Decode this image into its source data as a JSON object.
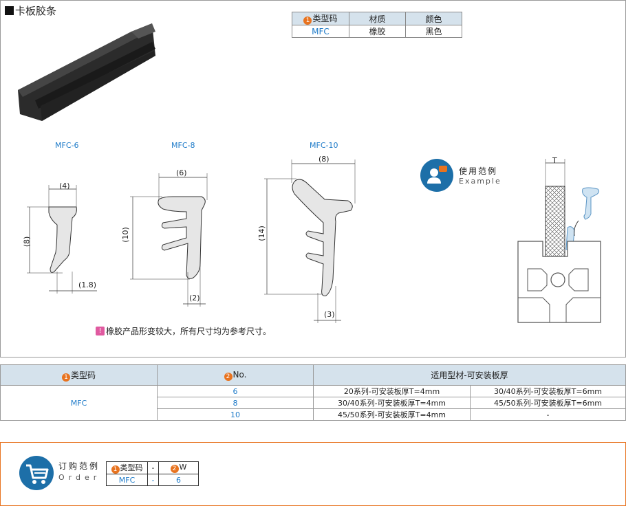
{
  "title": "卡板胶条",
  "spec_table": {
    "headers": [
      {
        "num": "1",
        "text": "类型码"
      },
      {
        "num": "",
        "text": "材质"
      },
      {
        "num": "",
        "text": "颜色"
      }
    ],
    "row": [
      "MFC",
      "橡胶",
      "黑色"
    ]
  },
  "profiles": [
    {
      "label": "MFC-6",
      "dims": [
        "(4)",
        "(8)",
        "(1.8)"
      ]
    },
    {
      "label": "MFC-8",
      "dims": [
        "(6)",
        "(10)",
        "(2)"
      ]
    },
    {
      "label": "MFC-10",
      "dims": [
        "(8)",
        "(14)",
        "(3)"
      ]
    }
  ],
  "note": {
    "icon": "!",
    "text": "橡胶产品形变较大，所有尺寸均为参考尺寸。"
  },
  "usage": {
    "title": "使用范例",
    "subtitle": "Example",
    "t_label": "T"
  },
  "main_table": {
    "headers": [
      {
        "num": "1",
        "text": "类型码"
      },
      {
        "num": "2",
        "text": "No."
      },
      {
        "num": "",
        "text": "适用型材-可安装板厚"
      }
    ],
    "type_code": "MFC",
    "rows": [
      {
        "no": "6",
        "a": "20系列-可安装板厚T=4mm",
        "b": "30/40系列-可安装板厚T=6mm"
      },
      {
        "no": "8",
        "a": "30/40系列-可安装板厚T=4mm",
        "b": "45/50系列-可安装板厚T=6mm"
      },
      {
        "no": "10",
        "a": "45/50系列-可安装板厚T=4mm",
        "b": "-"
      }
    ]
  },
  "order": {
    "title": "订购范例",
    "subtitle": "Order",
    "headers": [
      {
        "num": "1",
        "text": "类型码"
      },
      {
        "num": "",
        "text": "-"
      },
      {
        "num": "2",
        "text": "W"
      }
    ],
    "values": [
      "MFC",
      "-",
      "6"
    ]
  },
  "colors": {
    "accent_blue": "#1d7ac8",
    "header_bg": "#d5e2ec",
    "orange": "#e8731f",
    "profile_fill": "#e6e6e6"
  }
}
